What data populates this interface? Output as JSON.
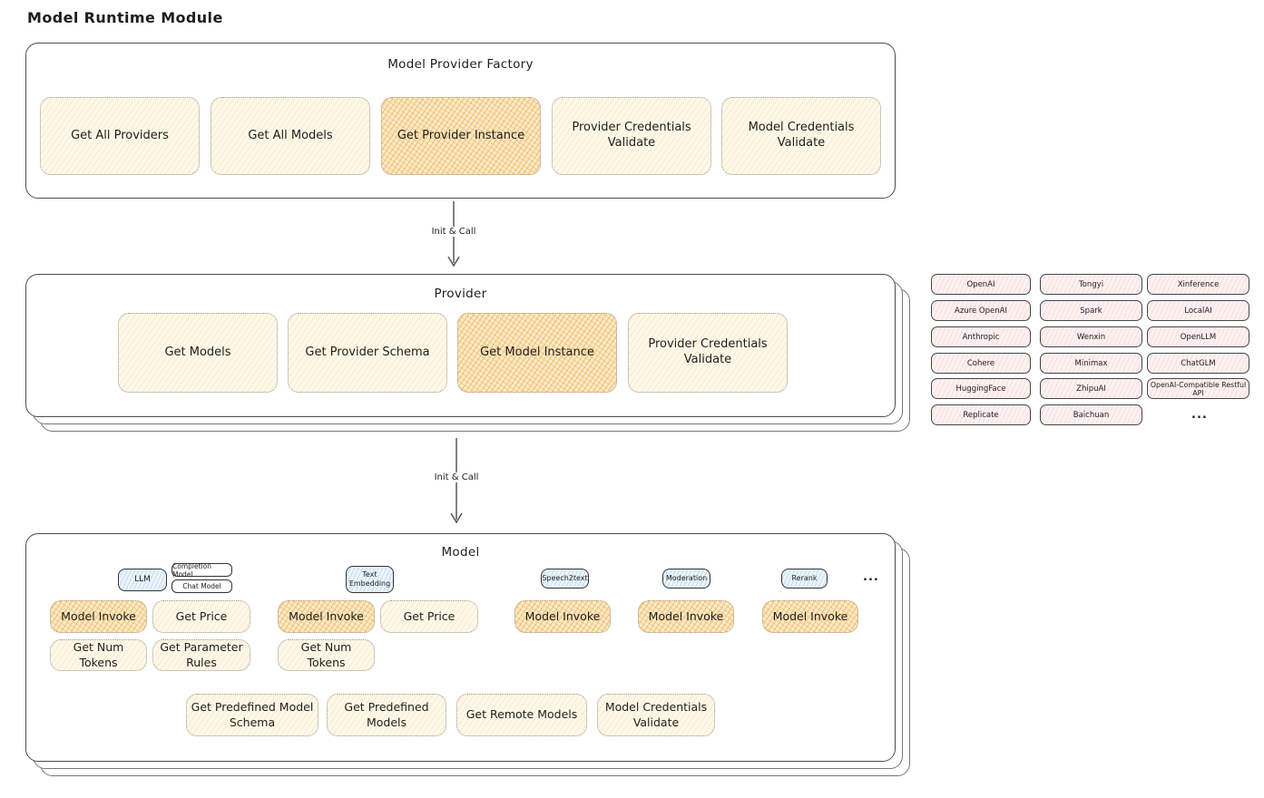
{
  "page": {
    "title": "Model Runtime Module"
  },
  "colors": {
    "stroke": "#1e1e1e",
    "cream_fill": "#fdf8e9",
    "cream_hatch": "#f2c97d",
    "highlight_fill": "#faeccb",
    "highlight_hatch": "#f0a642",
    "pink_fill": "#fdf1f1",
    "blue_fill": "#ebf4fc"
  },
  "arrows": {
    "factory_to_provider": "Init & Call",
    "provider_to_model": "Init & Call"
  },
  "factory": {
    "title": "Model Provider Factory",
    "buttons": [
      {
        "label": "Get All Providers"
      },
      {
        "label": "Get All Models"
      },
      {
        "label": "Get Provider Instance"
      },
      {
        "label": "Provider Credentials Validate"
      },
      {
        "label": "Model Credentials Validate"
      }
    ]
  },
  "provider": {
    "title": "Provider",
    "buttons": [
      {
        "label": "Get Models"
      },
      {
        "label": "Get Provider Schema"
      },
      {
        "label": "Get Model Instance"
      },
      {
        "label": "Provider Credentials Validate"
      }
    ]
  },
  "provider_list": {
    "items": [
      "OpenAI",
      "Tongyi",
      "Xinference",
      "Azure OpenAI",
      "Spark",
      "LocalAI",
      "Anthropic",
      "Wenxin",
      "OpenLLM",
      "Cohere",
      "Minimax",
      "ChatGLM",
      "HuggingFace",
      "ZhipuAI",
      "OpenAI-Compatible Restful API",
      "Replicate",
      "Baichuan"
    ],
    "more": "..."
  },
  "model": {
    "title": "Model",
    "types": {
      "llm": "LLM",
      "completion": "Completion Model",
      "chat": "Chat Model",
      "text_embedding": "Text Embedding",
      "speech2text": "Speech2text",
      "moderation": "Moderation",
      "rerank": "Rerank",
      "more": "..."
    },
    "ops": {
      "llm": [
        "Model Invoke",
        "Get Price",
        "Get Num Tokens",
        "Get Parameter Rules"
      ],
      "text_embedding": [
        "Model Invoke",
        "Get Price",
        "Get Num Tokens"
      ],
      "speech2text": [
        "Model Invoke"
      ],
      "moderation": [
        "Model Invoke"
      ],
      "rerank": [
        "Model Invoke"
      ]
    },
    "bottom": [
      "Get Predefined Model Schema",
      "Get Predefined Models",
      "Get Remote Models",
      "Model Credentials Validate"
    ]
  }
}
